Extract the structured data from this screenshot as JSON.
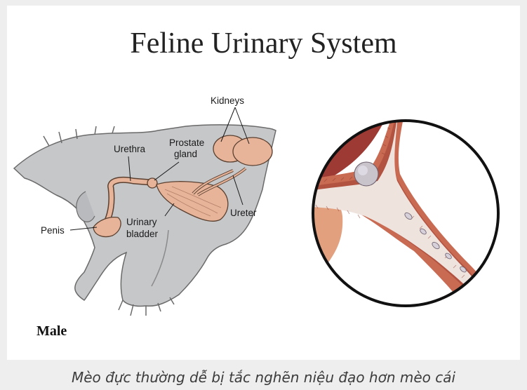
{
  "figure": {
    "title": "Feline Urinary System",
    "labels": {
      "kidneys": "Kidneys",
      "prostate_line1": "Prostate",
      "prostate_line2": "gland",
      "urethra": "Urethra",
      "penis": "Penis",
      "bladder_line1": "Urinary",
      "bladder_line2": "bladder",
      "ureter": "Ureter"
    },
    "sex_label": "Male",
    "colors": {
      "background": "#eeeeee",
      "card": "#ffffff",
      "body_gray": "#c6c7c9",
      "organ_pink": "#e8b499",
      "organ_outline": "#5a4030",
      "tissue_wall": "#c96a52",
      "lumen": "#efe3de"
    }
  },
  "caption": "Mèo đực thường dễ bị tắc nghẽn niệu đạo hơn mèo cái"
}
